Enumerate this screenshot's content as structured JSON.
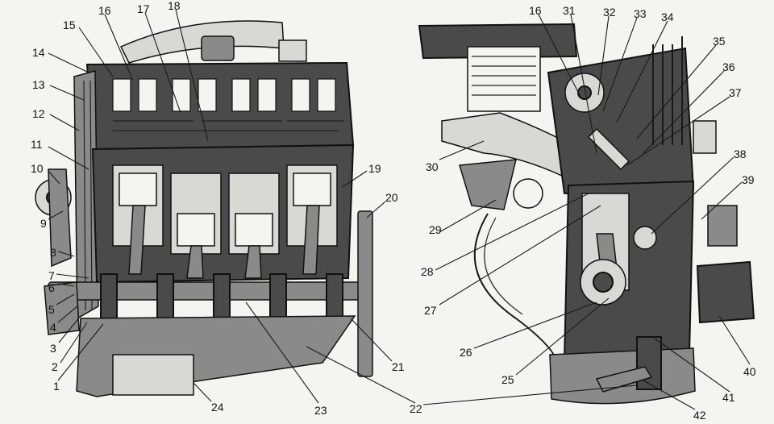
{
  "diagram": {
    "callouts": [
      {
        "id": "1",
        "label": "1"
      },
      {
        "id": "2",
        "label": "2"
      },
      {
        "id": "3",
        "label": "3"
      },
      {
        "id": "4",
        "label": "4"
      },
      {
        "id": "5",
        "label": "5"
      },
      {
        "id": "6",
        "label": "6"
      },
      {
        "id": "7",
        "label": "7"
      },
      {
        "id": "8",
        "label": "8"
      },
      {
        "id": "9",
        "label": "9"
      },
      {
        "id": "10",
        "label": "10"
      },
      {
        "id": "11",
        "label": "11"
      },
      {
        "id": "12",
        "label": "12"
      },
      {
        "id": "13",
        "label": "13"
      },
      {
        "id": "14",
        "label": "14"
      },
      {
        "id": "15",
        "label": "15"
      },
      {
        "id": "16a",
        "label": "16"
      },
      {
        "id": "17",
        "label": "17"
      },
      {
        "id": "18",
        "label": "18"
      },
      {
        "id": "19",
        "label": "19"
      },
      {
        "id": "20",
        "label": "20"
      },
      {
        "id": "21",
        "label": "21"
      },
      {
        "id": "22",
        "label": "22"
      },
      {
        "id": "23",
        "label": "23"
      },
      {
        "id": "24",
        "label": "24"
      },
      {
        "id": "25",
        "label": "25"
      },
      {
        "id": "26",
        "label": "26"
      },
      {
        "id": "27",
        "label": "27"
      },
      {
        "id": "28",
        "label": "28"
      },
      {
        "id": "29",
        "label": "29"
      },
      {
        "id": "30",
        "label": "30"
      },
      {
        "id": "16b",
        "label": "16"
      },
      {
        "id": "31",
        "label": "31"
      },
      {
        "id": "32",
        "label": "32"
      },
      {
        "id": "33",
        "label": "33"
      },
      {
        "id": "34",
        "label": "34"
      },
      {
        "id": "35",
        "label": "35"
      },
      {
        "id": "36",
        "label": "36"
      },
      {
        "id": "37",
        "label": "37"
      },
      {
        "id": "38",
        "label": "38"
      },
      {
        "id": "39",
        "label": "39"
      },
      {
        "id": "40",
        "label": "40"
      },
      {
        "id": "41",
        "label": "41"
      },
      {
        "id": "42",
        "label": "42"
      }
    ]
  }
}
